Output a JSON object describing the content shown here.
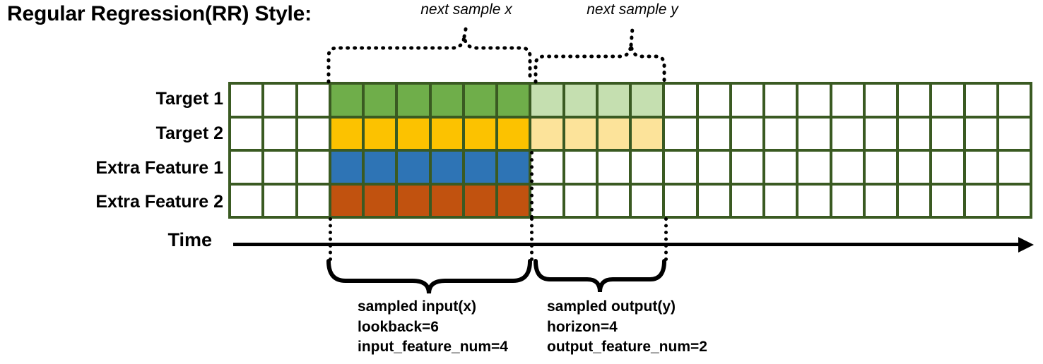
{
  "title": "Regular Regression(RR) Style:",
  "rows": [
    {
      "label": "Target 1",
      "name": "target-1"
    },
    {
      "label": "Target 2",
      "name": "target-2"
    },
    {
      "label": "Extra Feature 1",
      "name": "extra-feature-1"
    },
    {
      "label": "Extra Feature 2",
      "name": "extra-feature-2"
    }
  ],
  "grid": {
    "columns": 24,
    "rows": 4,
    "border_color": "#3a5a22",
    "empty_color": "#ffffff",
    "fills": [
      [
        "#ffffff",
        "#ffffff",
        "#ffffff",
        "#6fae4a",
        "#6fae4a",
        "#6fae4a",
        "#6fae4a",
        "#6fae4a",
        "#6fae4a",
        "#c5dfb0",
        "#c5dfb0",
        "#c5dfb0",
        "#c5dfb0",
        "#ffffff",
        "#ffffff",
        "#ffffff",
        "#ffffff",
        "#ffffff",
        "#ffffff",
        "#ffffff",
        "#ffffff",
        "#ffffff",
        "#ffffff",
        "#ffffff"
      ],
      [
        "#ffffff",
        "#ffffff",
        "#ffffff",
        "#fcc200",
        "#fcc200",
        "#fcc200",
        "#fcc200",
        "#fcc200",
        "#fcc200",
        "#fce39a",
        "#fce39a",
        "#fce39a",
        "#fce39a",
        "#ffffff",
        "#ffffff",
        "#ffffff",
        "#ffffff",
        "#ffffff",
        "#ffffff",
        "#ffffff",
        "#ffffff",
        "#ffffff",
        "#ffffff",
        "#ffffff"
      ],
      [
        "#ffffff",
        "#ffffff",
        "#ffffff",
        "#2e74b5",
        "#2e74b5",
        "#2e74b5",
        "#2e74b5",
        "#2e74b5",
        "#2e74b5",
        "#ffffff",
        "#ffffff",
        "#ffffff",
        "#ffffff",
        "#ffffff",
        "#ffffff",
        "#ffffff",
        "#ffffff",
        "#ffffff",
        "#ffffff",
        "#ffffff",
        "#ffffff",
        "#ffffff",
        "#ffffff",
        "#ffffff"
      ],
      [
        "#ffffff",
        "#ffffff",
        "#ffffff",
        "#c1520f",
        "#c1520f",
        "#c1520f",
        "#c1520f",
        "#c1520f",
        "#c1520f",
        "#ffffff",
        "#ffffff",
        "#ffffff",
        "#ffffff",
        "#ffffff",
        "#ffffff",
        "#ffffff",
        "#ffffff",
        "#ffffff",
        "#ffffff",
        "#ffffff",
        "#ffffff",
        "#ffffff",
        "#ffffff",
        "#ffffff"
      ]
    ]
  },
  "time_axis": {
    "label": "Time",
    "arrow": "right-arrow-icon"
  },
  "top_braces": [
    {
      "label": "next sample x",
      "name": "next-sample-x"
    },
    {
      "label": "next sample y",
      "name": "next-sample-y"
    }
  ],
  "bottom_annotations": [
    {
      "name": "sampled-input",
      "line1": "sampled input(x)",
      "line2": "lookback=6",
      "line3": "input_feature_num=4"
    },
    {
      "name": "sampled-output",
      "line1": "sampled output(y)",
      "line2": "horizon=4",
      "line3": "output_feature_num=2"
    }
  ],
  "chart_data": {
    "type": "heatmap",
    "title": "Regular Regression(RR) Style:",
    "series_labels": [
      "Target 1",
      "Target 2",
      "Extra Feature 1",
      "Extra Feature 2"
    ],
    "n_timesteps": 24,
    "lookback": 6,
    "horizon": 4,
    "input_feature_num": 4,
    "output_feature_num": 2,
    "input_window_columns": [
      4,
      5,
      6,
      7,
      8,
      9
    ],
    "output_window_columns": [
      10,
      11,
      12,
      13
    ],
    "xlabel": "Time",
    "ylabel": ""
  }
}
